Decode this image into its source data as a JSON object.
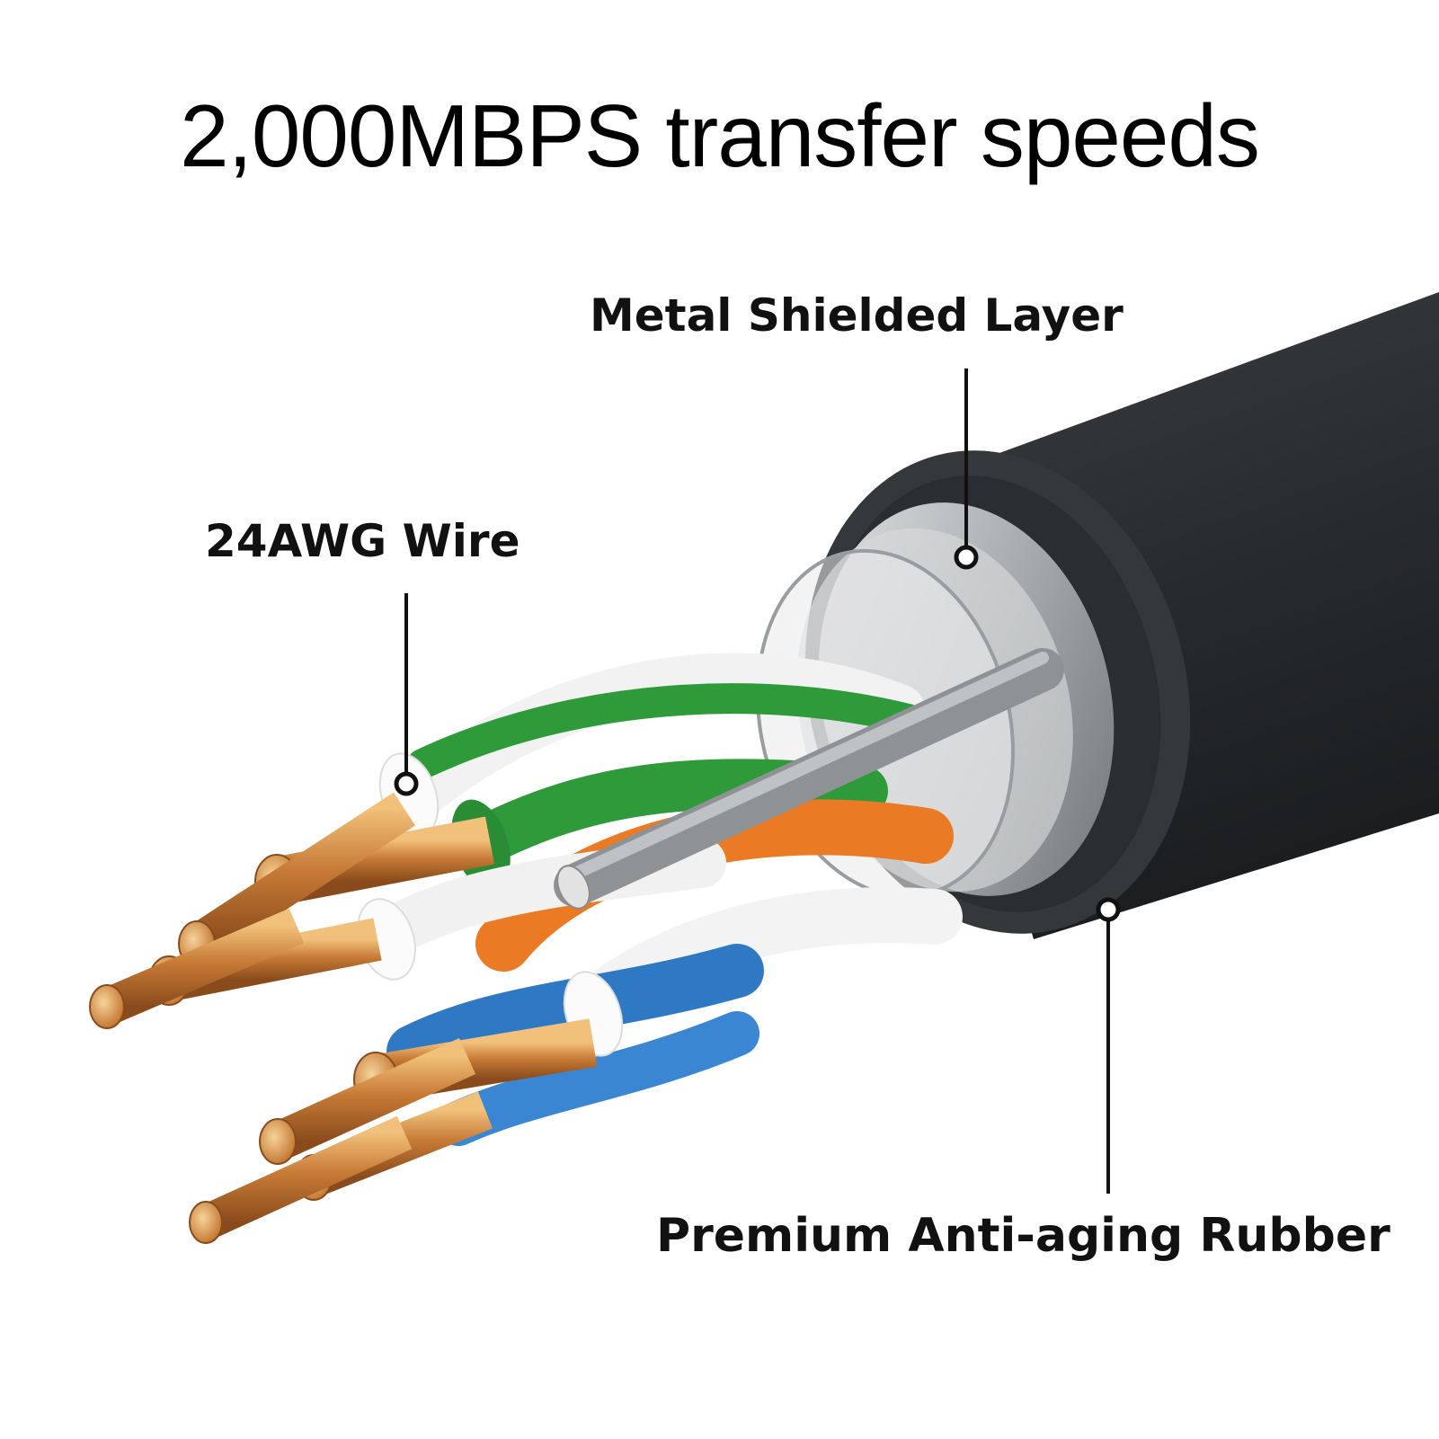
{
  "headline": "2,000MBPS transfer speeds",
  "callouts": {
    "metal_shielded_layer": "Metal Shielded Layer",
    "awg_wire": "24AWG Wire",
    "anti_aging_rubber": "Premium Anti-aging Rubber"
  },
  "colors": {
    "jacket": "#2c2f31",
    "shield": "#b9bcbe",
    "green_pair": "#2f9a3a",
    "orange_pair": "#ea7a24",
    "blue_pair": "#2f78c4",
    "insulation": "#f4f4f4",
    "copper": "#d8914a",
    "drain_wire": "#a6a9ab"
  },
  "icons": {
    "leader_dot": "circle-marker"
  }
}
